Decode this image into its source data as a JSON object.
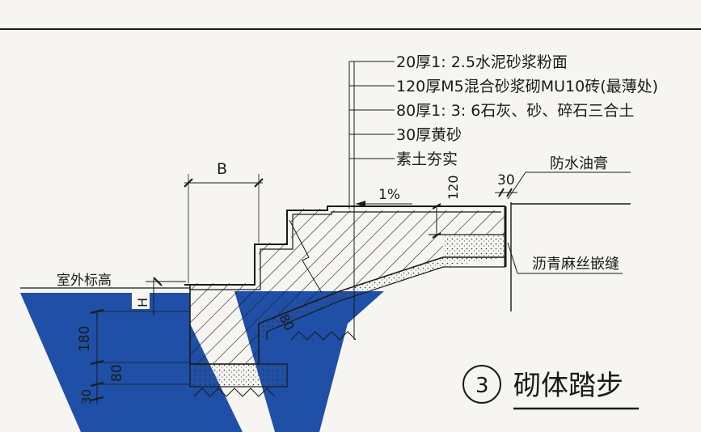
{
  "layers": [
    "20厚1: 2.5水泥砂浆粉面",
    "120厚M5混合砂浆砌MU10砖(最薄处)",
    "80厚1: 3: 6石灰、砂、碎石三合土",
    "30厚黄砂",
    "素土夯实"
  ],
  "labels": {
    "waterproof": "防水油膏",
    "asphalt_joint": "沥青麻丝嵌缝",
    "outdoor_elevation": "室外标高",
    "slope": "1%",
    "dim_b": "B",
    "dim_h": "H",
    "dim_30_top": "30",
    "dim_120": "120",
    "dim_80_diag": "80",
    "dim_180": "180",
    "dim_80_left": "80",
    "dim_30_left": "30"
  },
  "title": {
    "number": "3",
    "text": "砌体踏步"
  },
  "colors": {
    "ink": "#1a1a1a",
    "blue": "#1f4fa6",
    "paper": "#f6f5f1"
  }
}
